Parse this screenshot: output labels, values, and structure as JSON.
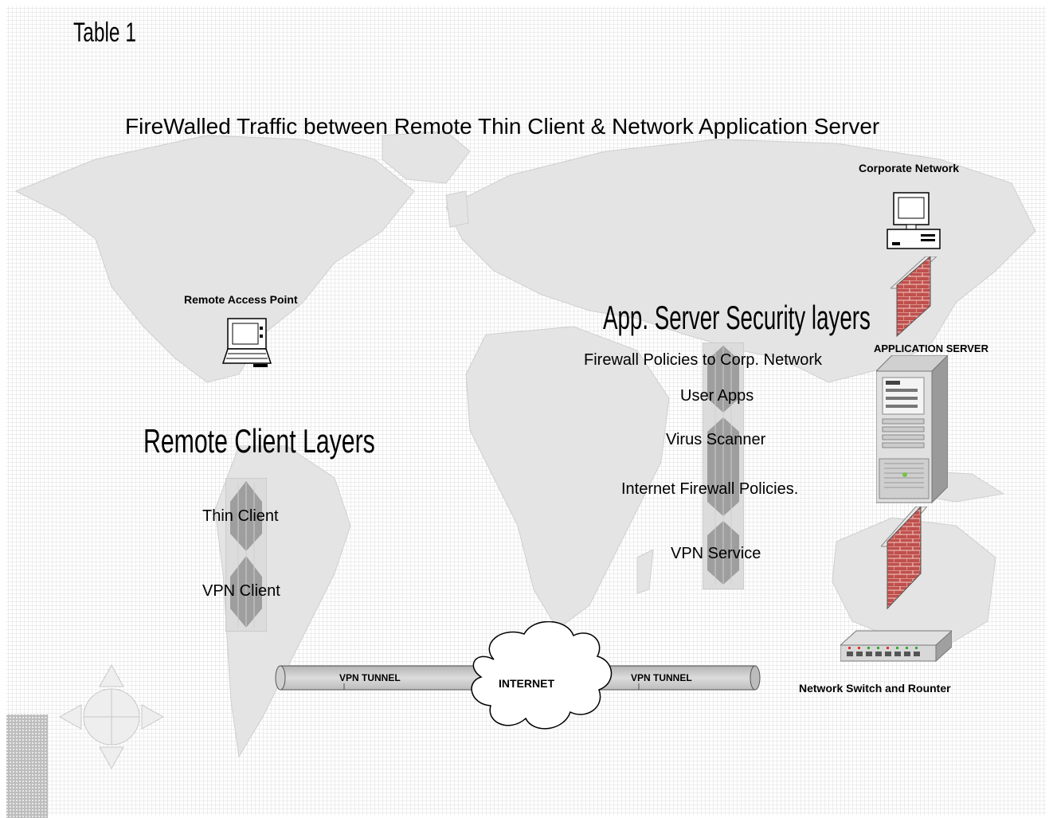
{
  "page_label": "Table 1",
  "title": "FireWalled Traffic between Remote Thin Client & Network Application Server",
  "remote": {
    "access_point_label": "Remote Access Point",
    "layers_heading": "Remote Client Layers",
    "layers": [
      "Thin Client",
      "VPN Client"
    ]
  },
  "server_side": {
    "layers_heading": "App. Server Security layers",
    "layers": [
      "Firewall Policies to  Corp. Network",
      "User Apps",
      "Virus Scanner",
      "Internet Firewall Policies.",
      "VPN Service"
    ]
  },
  "devices": {
    "corporate_network": "Corporate Network",
    "application_server": "APPLICATION SERVER",
    "switch": "Network Switch and Rounter"
  },
  "tunnel": {
    "left_label": "VPN TUNNEL",
    "right_label": "VPN TUNNEL",
    "cloud_label": "INTERNET"
  },
  "colors": {
    "map_land": "#e6e6e6",
    "grid": "#d9d9d9",
    "firewall_brick": "#c0504d",
    "tube": "#c8c8c8"
  }
}
